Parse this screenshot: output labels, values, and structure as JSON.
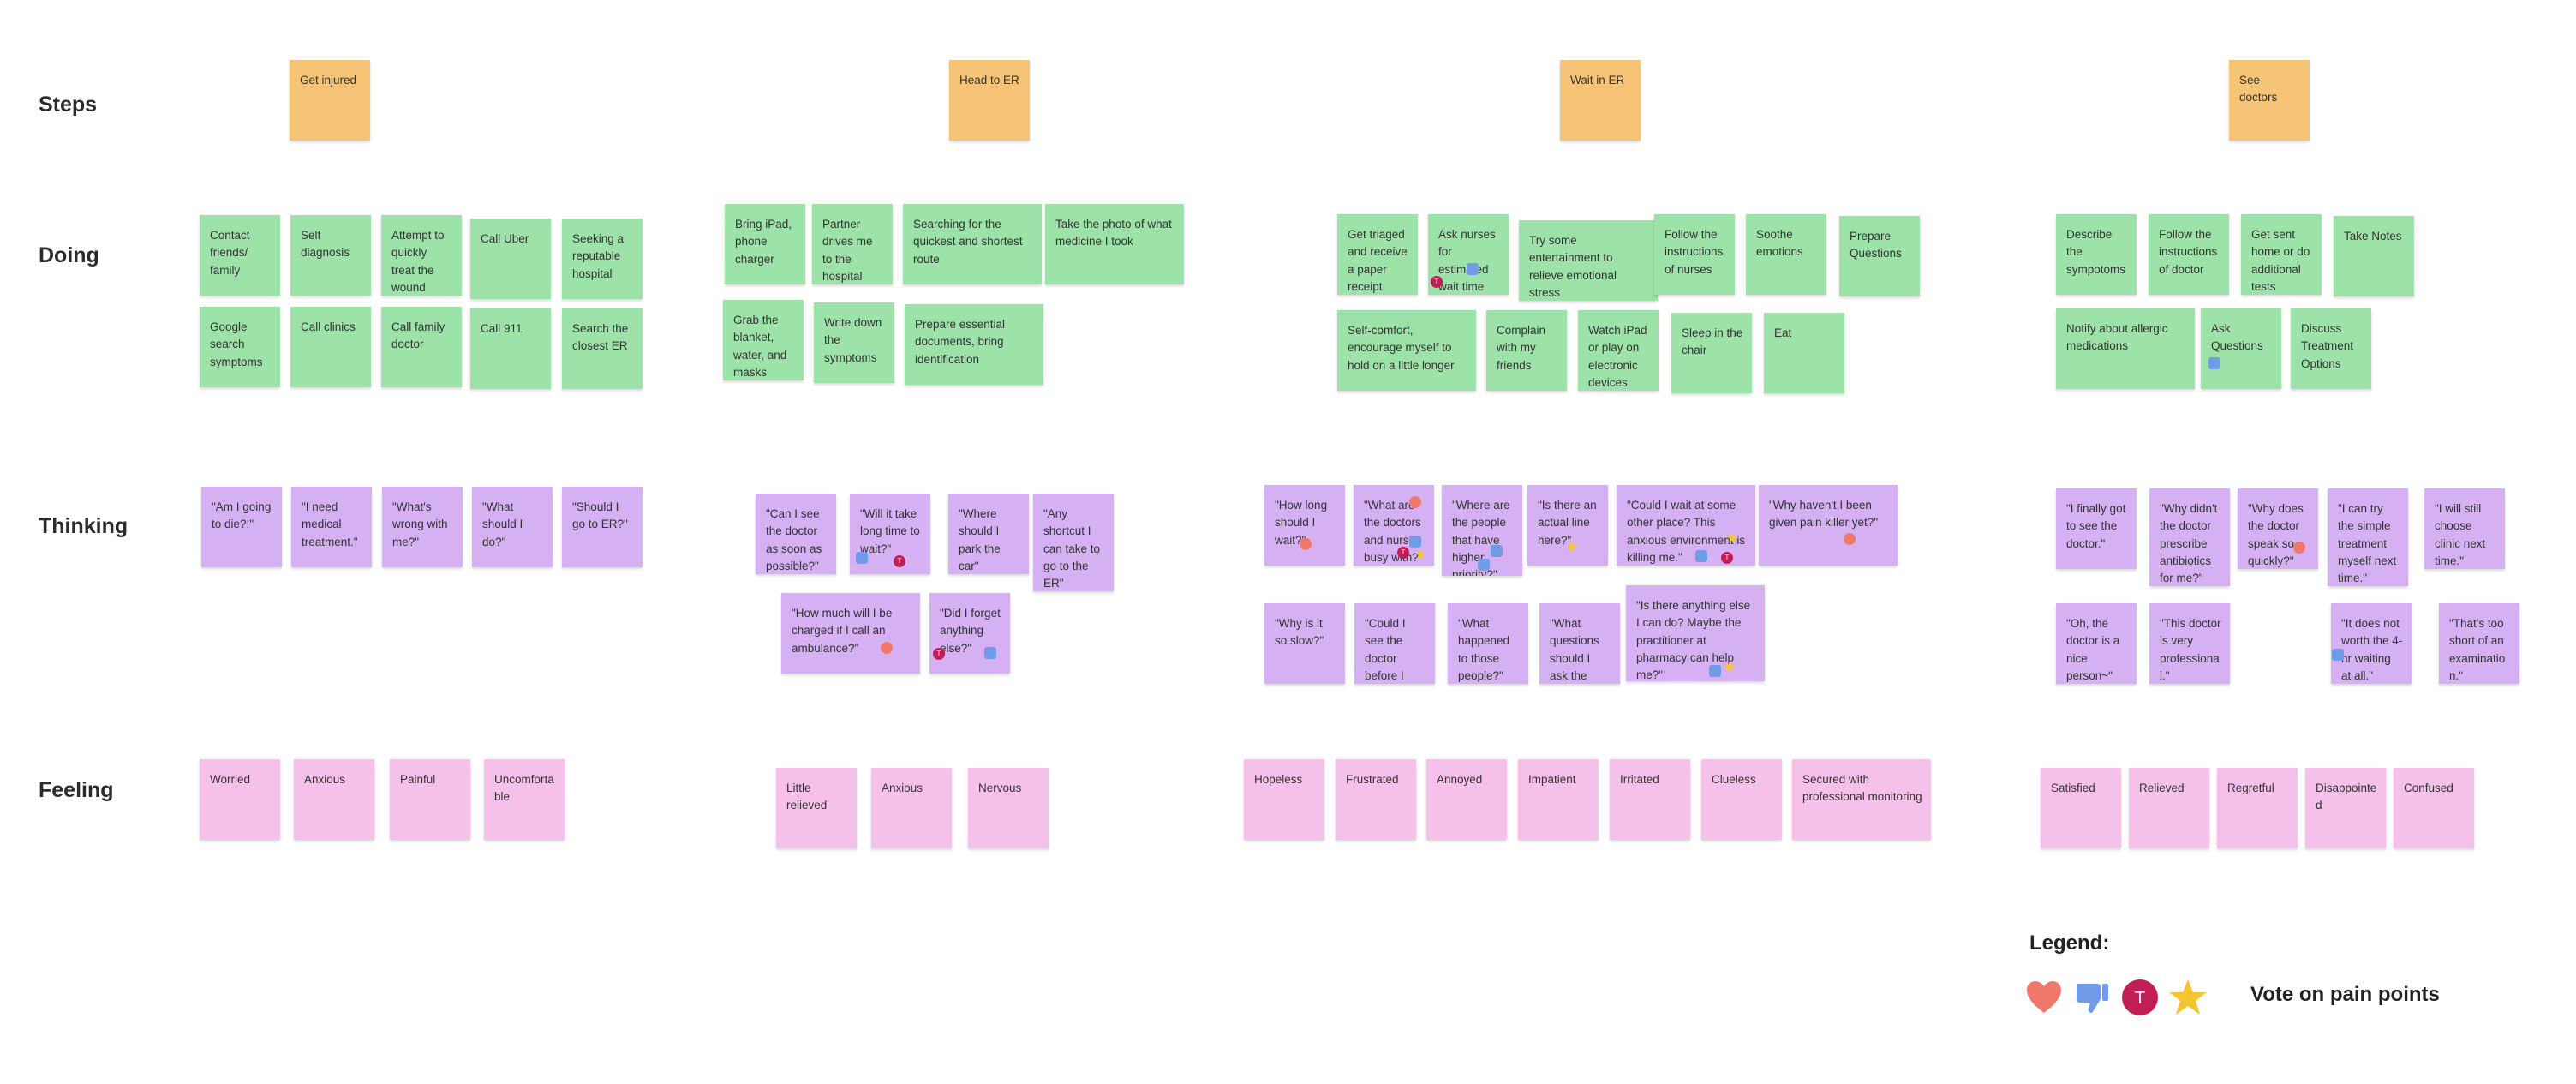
{
  "rows": {
    "steps": "Steps",
    "doing": "Doing",
    "thinking": "Thinking",
    "feeling": "Feeling"
  },
  "steps": [
    "Get injured",
    "Head to ER",
    "Wait in ER",
    "See doctors"
  ],
  "doing": {
    "stage1": [
      "Contact friends/ family",
      "Self diagnosis",
      "Attempt to quickly treat the wound",
      "Call Uber",
      "Seeking a reputable hospital",
      "Google search symptoms",
      "Call clinics",
      "Call family doctor",
      "Call 911",
      "Search the closest ER"
    ],
    "stage2": [
      "Bring iPad, phone charger",
      "Partner drives me to the hospital",
      "Searching for the quickest and shortest route",
      "Take the photo of what medicine I took",
      "Grab the blanket, water, and masks",
      "Write down the symptoms",
      "Prepare essential documents, bring identification"
    ],
    "stage3": [
      "Get triaged and receive a paper receipt",
      "Ask nurses for estimated wait time",
      "Try some entertainment to relieve emotional stress",
      "Follow the instructions of nurses",
      "Soothe emotions",
      "Prepare Questions",
      "Self-comfort, encourage myself to hold on a little longer",
      "Complain with my friends",
      "Watch iPad or play on electronic devices",
      "Sleep in the chair",
      "Eat"
    ],
    "stage4": [
      "Describe the sympotoms",
      "Follow the instructions of doctor",
      "Get sent home or do additional tests",
      "Take Notes",
      "Notify about allergic medications",
      "Ask Questions",
      "Discuss Treatment Options"
    ]
  },
  "thinking": {
    "stage1": [
      "\"Am I going to die?!\"",
      "\"I need medical treatment.\"",
      "\"What's wrong with me?\"",
      "\"What should I do?\"",
      "\"Should I go to ER?\""
    ],
    "stage2": [
      "\"Can I see the doctor as soon as possible?\"",
      "\"Will it take long time to wait?\"",
      "\"Where should I park the car\"",
      "\"Any shortcut I can take to go to the ER\"",
      "\"How much will I be charged if I call an ambulance?\"",
      "\"Did I forget anything else?\""
    ],
    "stage3": [
      "\"How long should I wait?\"",
      "\"What are the doctors and nurses busy with?\"",
      "\"Where are the people that have higher priority?\"",
      "\"Is there an actual line here?\"",
      "\"Could I wait at some other place? This anxious environment is killing me.\"",
      "\"Why haven't I been given pain killer yet?\"",
      "\"Why is it so slow?\"",
      "\"Could I see the doctor before I die?\"",
      "\"What happened to those people?\"",
      "\"What questions should I ask the doctor\"",
      "\"Is there anything else I can do? Maybe the practitioner at pharmacy can help me?\""
    ],
    "stage4": [
      "\"I finally got to see the doctor.\"",
      "\"Why didn't the doctor prescribe antibiotics for me?\"",
      "\"Why does the doctor speak so quickly?\"",
      "\"I can try the simple treatment myself next time.\"",
      "\"I will still choose clinic next time.\"",
      "\"Oh, the doctor is a nice person~\"",
      "\"This doctor is very professional.\"",
      "\"It does not worth the 4-hr waiting at all.\"",
      "\"That's too short of an examination.\""
    ]
  },
  "feeling": {
    "stage1": [
      "Worried",
      "Anxious",
      "Painful",
      "Uncomfortable"
    ],
    "stage2": [
      "Little relieved",
      "Anxious",
      "Nervous"
    ],
    "stage3": [
      "Hopeless",
      "Frustrated",
      "Annoyed",
      "Impatient",
      "Irritated",
      "Clueless",
      "Secured with professional monitoring"
    ],
    "stage4": [
      "Satisfied",
      "Relieved",
      "Regretful",
      "Disappointed",
      "Confused"
    ]
  },
  "legend": {
    "title": "Legend:",
    "text": "Vote on pain points",
    "icons": [
      "heart-icon",
      "thumbs-down-icon",
      "t-avatar-icon",
      "star-icon"
    ],
    "avatar_letter": "T"
  },
  "colors": {
    "step": "#f6c476",
    "doing": "#9de2a8",
    "thinking": "#d5b0f3",
    "feeling": "#f5c1ea",
    "heart": "#f0786a",
    "thumb": "#6f9be8",
    "avatar": "#c21e56",
    "star": "#f5c431"
  }
}
